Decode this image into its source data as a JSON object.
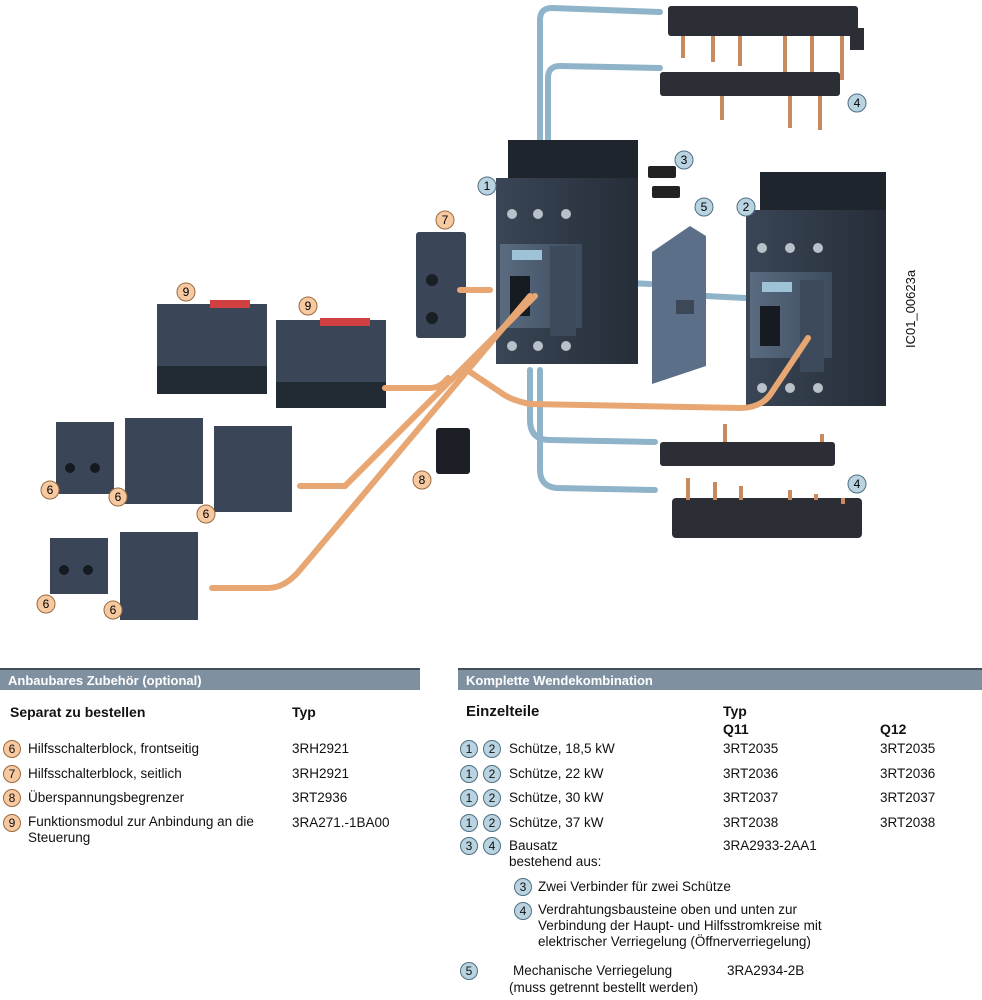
{
  "figure": {
    "code": "IC01_00623a",
    "callouts": [
      "1",
      "2",
      "3",
      "4",
      "4",
      "5",
      "6",
      "6",
      "6",
      "6",
      "6",
      "7",
      "8",
      "9",
      "9"
    ]
  },
  "left": {
    "header": "Anbaubares Zubehör (optional)",
    "col1": "Separat zu bestellen",
    "col2": "Typ",
    "rows": [
      {
        "num": "6",
        "label": "Hilfsschalterblock, frontseitig",
        "type": "3RH2921"
      },
      {
        "num": "7",
        "label": "Hilfsschalterblock, seitlich",
        "type": "3RH2921"
      },
      {
        "num": "8",
        "label": "Überspannungsbegrenzer",
        "type": "3RT2936"
      },
      {
        "num": "9",
        "label": "Funktionsmodul zur Anbindung an die Steuerung",
        "type": "3RA271.-1BA00"
      }
    ]
  },
  "right": {
    "header": "Komplette Wendekombination",
    "col1": "Einzelteile",
    "col_typ": "Typ",
    "col_q11": "Q11",
    "col_q12": "Q12",
    "rows": [
      {
        "n1": "1",
        "n2": "2",
        "label": "Schütze, 18,5 kW",
        "q11": "3RT2035",
        "q12": "3RT2035"
      },
      {
        "n1": "1",
        "n2": "2",
        "label": "Schütze, 22 kW",
        "q11": "3RT2036",
        "q12": "3RT2036"
      },
      {
        "n1": "1",
        "n2": "2",
        "label": "Schütze, 30 kW",
        "q11": "3RT2037",
        "q12": "3RT2037"
      },
      {
        "n1": "1",
        "n2": "2",
        "label": "Schütze, 37 kW",
        "q11": "3RT2038",
        "q12": "3RT2038"
      }
    ],
    "bausatz": {
      "n1": "3",
      "n2": "4",
      "line1": "Bausatz",
      "line2": "bestehend aus:",
      "type": "3RA2933-2AA1"
    },
    "sub3": {
      "num": "3",
      "label": "Zwei Verbinder für zwei Schütze"
    },
    "sub4": {
      "num": "4",
      "label": "Verdrahtungsbausteine oben und unten zur Verbindung der Haupt- und Hilfsstromkreise mit elektrischer Verriegelung (Öffnerverriegelung)"
    },
    "mech": {
      "num": "5",
      "line1": "Mechanische Verriegelung",
      "line2": "(muss getrennt bestellt werden)",
      "type": "3RA2934-2B"
    }
  }
}
